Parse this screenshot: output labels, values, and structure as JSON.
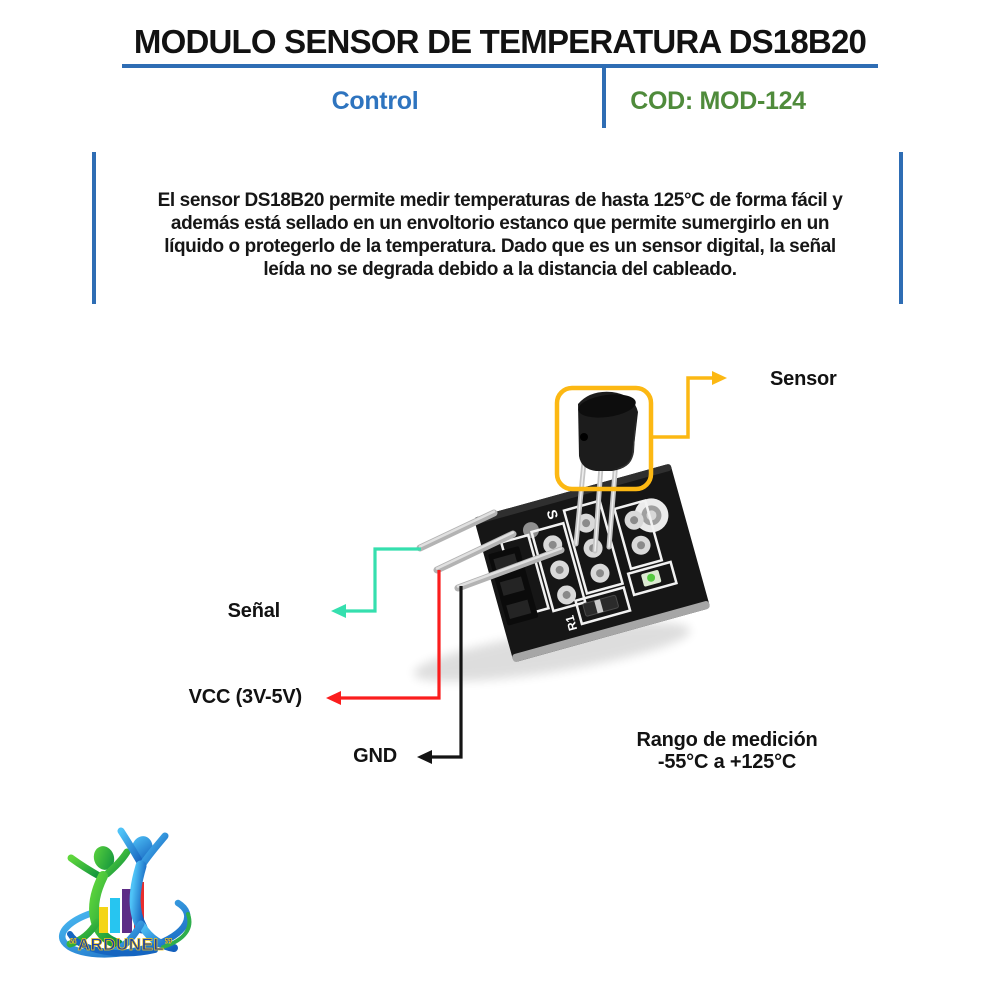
{
  "header": {
    "title": "MODULO SENSOR DE TEMPERATURA DS18B20",
    "category": "Control",
    "code": "COD: MOD-124",
    "accent_blue": "#2e6db4",
    "code_green": "#4f8b3b"
  },
  "intro": {
    "lines": [
      "El sensor DS18B20 permite medir temperaturas de hasta 125°C de forma fácil y",
      "además está sellado en un envoltorio estanco que permite sumergirlo en un",
      "líquido o protegerlo de la temperatura. Dado que es un sensor digital, la señal",
      "leída no se degrada debido a la distancia del cableado."
    ]
  },
  "diagram": {
    "labels": {
      "sensor": "Sensor",
      "signal": "Señal",
      "vcc": "VCC (3V-5V)",
      "gnd": "GND"
    },
    "range": {
      "line1": "Rango de medición",
      "line2": "-55°C a +125°C"
    },
    "callout_colors": {
      "sensor": "#fcb813",
      "signal": "#35dfae",
      "vcc": "#fb1d1d",
      "gnd": "#141414"
    },
    "board_silkscreen": {
      "s": "S",
      "r1": "R1"
    }
  },
  "footer": {
    "brand": "“ARDUNEL”"
  }
}
